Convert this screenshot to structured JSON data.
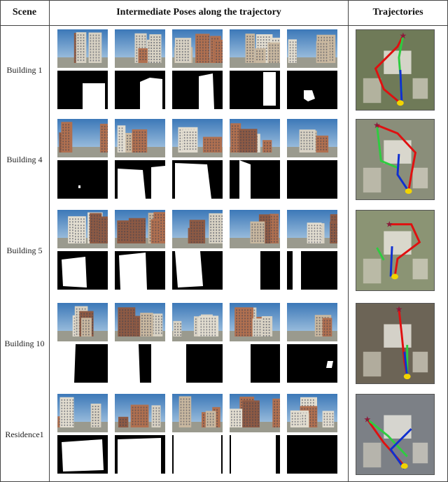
{
  "headers": {
    "scene": "Scene",
    "poses": "Intermediate Poses along the trajectory",
    "trajectories": "Trajectories"
  },
  "rows": [
    {
      "scene": "Building 1"
    },
    {
      "scene": "Building 4"
    },
    {
      "scene": "Building 5"
    },
    {
      "scene": "Building 10"
    },
    {
      "scene": "Residence1"
    }
  ],
  "legend_colors": {
    "start_marker": "#f2d400",
    "goal_marker": "#8a1a3a",
    "path_red": "#e01010",
    "path_green": "#2ecc40",
    "path_blue": "#1030d0"
  }
}
